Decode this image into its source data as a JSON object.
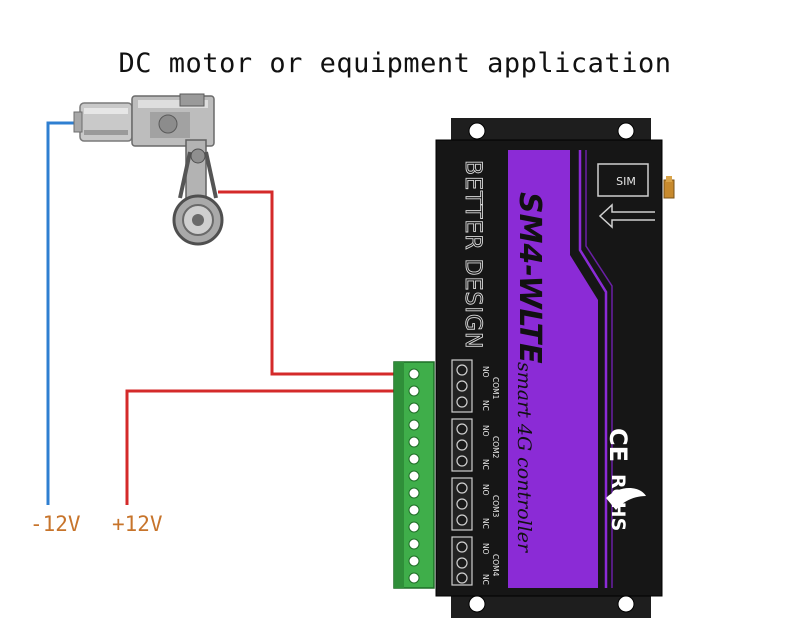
{
  "title": "DC motor or equipment application",
  "labels": {
    "neg": "-12V",
    "pos": "+12V"
  },
  "device": {
    "model": "SM4-WLTE",
    "subtitle": "smart 4G controller",
    "brand": "BETTER DESIGN",
    "sim": "SIM",
    "ce": "CE",
    "rohs": "RoHS",
    "relays": [
      {
        "com": "COM1",
        "no": "NO",
        "nc": "NC"
      },
      {
        "com": "COM2",
        "no": "NO",
        "nc": "NC"
      },
      {
        "com": "COM3",
        "no": "NO",
        "nc": "NC"
      },
      {
        "com": "COM4",
        "no": "NO",
        "nc": "NC"
      }
    ]
  },
  "colors": {
    "neg_wire": "#2f7fd1",
    "pos_wire": "#d42a2a",
    "label": "#c7742b",
    "purple": "#8b2bd6",
    "body": "#161616",
    "terminal": "#3fae4a"
  }
}
